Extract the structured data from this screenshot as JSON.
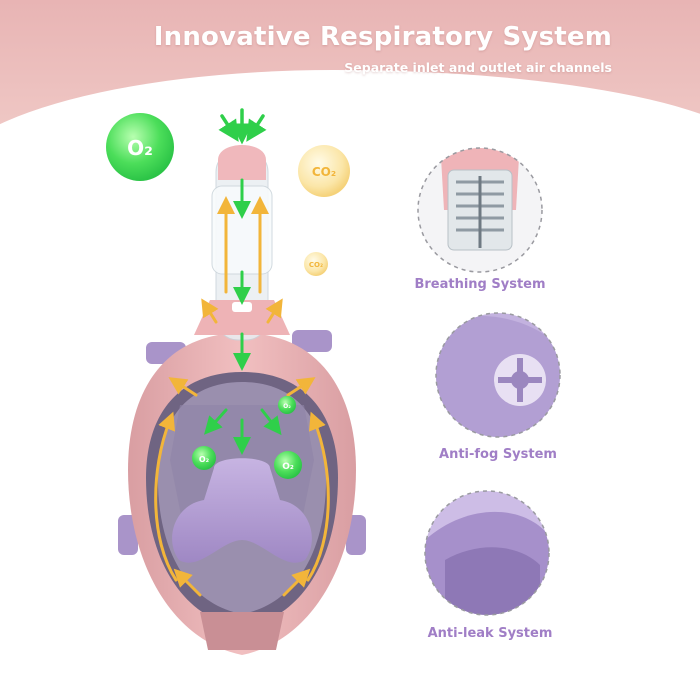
{
  "header": {
    "title": "Innovative Respiratory System",
    "subtitle": "Separate inlet and outlet air channels"
  },
  "gas_bubbles": {
    "o2_large": "O₂",
    "co2_large": "CO₂",
    "co2_small": "CO₂",
    "o2_mask_1": "O₂",
    "o2_mask_2": "O₂",
    "o2_mask_3": "O₂"
  },
  "features": [
    {
      "label": "Breathing System"
    },
    {
      "label": "Anti-fog System"
    },
    {
      "label": "Anti-leak System"
    }
  ],
  "colors": {
    "mask_pink": "#e8aeb0",
    "mask_lilac": "#b8a2d6",
    "inflow_arrow": "#2fcf4a",
    "outflow_arrow": "#f2b53a",
    "label_purple": "#a07ec6"
  }
}
